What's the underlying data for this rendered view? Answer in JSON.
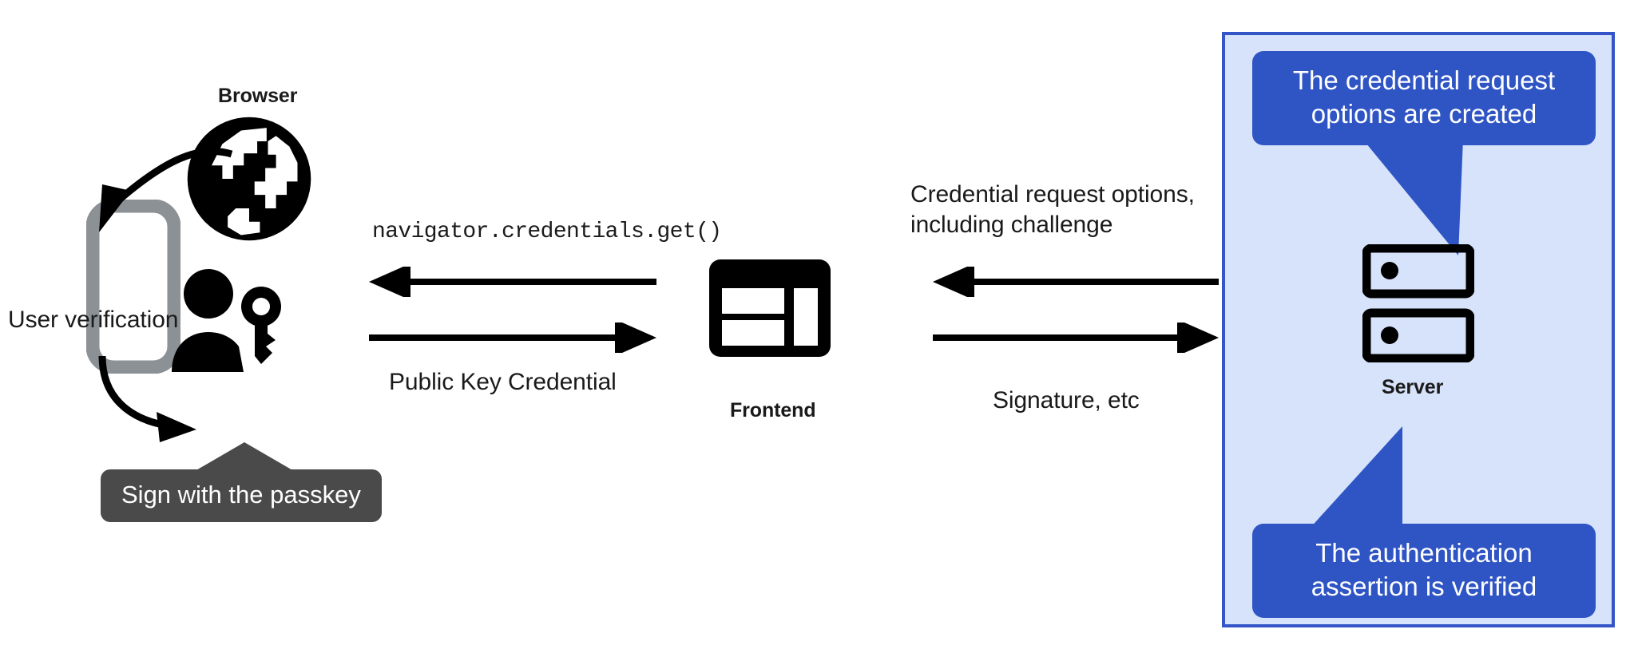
{
  "diagram": {
    "title": "WebAuthn passkey authentication flow",
    "colors": {
      "panel_fill": "#d7e3fb",
      "panel_border": "#3355c8",
      "callout_fill": "#2f55c4",
      "callout_text": "#ffffff",
      "tooltip_fill": "#4a4a4a",
      "tooltip_text": "#ffffff",
      "ink": "#1a1a1a",
      "device_grey": "#8c9196",
      "background": "#ffffff"
    }
  },
  "browser": {
    "title": "Browser",
    "icon": "globe-icon"
  },
  "device": {
    "icon": "smartphone-icon",
    "verification_label": "User verification"
  },
  "user": {
    "icon": "person-with-key-icon",
    "tooltip": "Sign with the passkey"
  },
  "frontend": {
    "title": "Frontend",
    "icon": "web-layout-icon"
  },
  "server": {
    "title": "Server",
    "icon": "server-racks-icon",
    "callout_top": "The credential request\noptions are created",
    "callout_bottom": "The authentication\nassertion is verified"
  },
  "flows": {
    "browser_to_frontend_label": "navigator.credentials.get()",
    "frontend_to_browser_label": "Public Key Credential",
    "server_to_frontend_label": "Credential request options,\nincluding challenge",
    "frontend_to_server_label": "Signature, etc"
  }
}
